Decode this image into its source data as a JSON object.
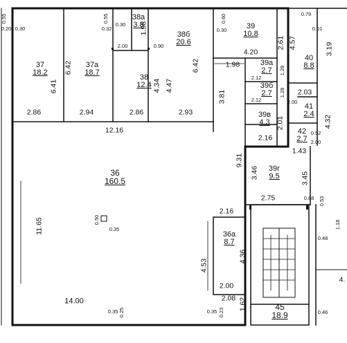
{
  "rooms": [
    {
      "id": "r37",
      "name": "37",
      "area": "18.2"
    },
    {
      "id": "r37a",
      "name": "37a",
      "area": "18.7"
    },
    {
      "id": "r38",
      "name": "38",
      "area": "12.4"
    },
    {
      "id": "r38a",
      "name": "38a",
      "area": "3.8"
    },
    {
      "id": "r38b",
      "name": "38б",
      "area": "20.6"
    },
    {
      "id": "r39",
      "name": "39",
      "area": "10.8"
    },
    {
      "id": "r39a",
      "name": "39a",
      "area": "2.7"
    },
    {
      "id": "r39b",
      "name": "39б",
      "area": "2.7"
    },
    {
      "id": "r39v",
      "name": "39в",
      "area": "4.3"
    },
    {
      "id": "r39g",
      "name": "39г",
      "area": "9.5"
    },
    {
      "id": "r40",
      "name": "40",
      "area": "8.8"
    },
    {
      "id": "r41",
      "name": "41",
      "area": "2.4"
    },
    {
      "id": "r42",
      "name": "42",
      "area": "2.7"
    },
    {
      "id": "r36",
      "name": "36",
      "area": "160.5"
    },
    {
      "id": "r36a",
      "name": "36a",
      "area": "8.7"
    },
    {
      "id": "r45",
      "name": "45",
      "area": "18.9"
    }
  ],
  "dims": {
    "d0_55a": "0.55",
    "d0_20": "0.20",
    "d0_30a": "0.30",
    "d0_55b": "0.55",
    "d0_32": "0.32",
    "d0_30b": "0.30",
    "d0_60": "0.60",
    "d0_30c": "0.30",
    "d0_79": "0.79",
    "d0_61": "0.61",
    "d4_57": "4.57",
    "d3_19": "3.19",
    "d2_61": "2.61",
    "d4_20": "4.20",
    "d1_98a": "1.98",
    "d1_98b": "1.98",
    "d2_00a": "2.00",
    "d0_90": "0.90",
    "d6_41": "6.41",
    "d6_42a": "6.42",
    "d6_42b": "6.42",
    "d4_34": "4.34",
    "d4_47": "4.47",
    "d3_81": "3.81",
    "d2_12a": "2.12",
    "d1_28a": "1.28",
    "d2_12b": "2.12",
    "d1_28b": "1.28",
    "d2_03": "2.03",
    "d2_00b": "2.00",
    "d0_52": "0.52",
    "d4_32": "4.32",
    "d2_00c": "2.00",
    "d2_01": "2.01",
    "d2_16a": "2.16",
    "d1_43": "1.43",
    "d2_86a": "2.86",
    "d2_94": "2.94",
    "d2_86b": "2.86",
    "d2_93": "2.93",
    "d12_16": "12.16",
    "d9_31": "9.31",
    "d3_46": "3.46",
    "d3_45": "3.45",
    "d2_75": "2.75",
    "d0_88": "0.88",
    "d0_53": "0.53",
    "d1_18": "1.18",
    "d0_48": "0.48",
    "d11_65": "11.65",
    "d0_50": "0.50",
    "d0_35a": "0.35",
    "d2_16b": "2.16",
    "d4_53": "4.53",
    "d4_36": "4.36",
    "d2_00d": "2.00",
    "d2_08": "2.08",
    "d1_62": "1.62",
    "d14_00": "14.00",
    "d0_35b": "0.35",
    "d0_25": "0.25",
    "d0_35c": "0.35",
    "d0_23": "0.23",
    "d0_46": "0.46",
    "d4_x": "4."
  }
}
